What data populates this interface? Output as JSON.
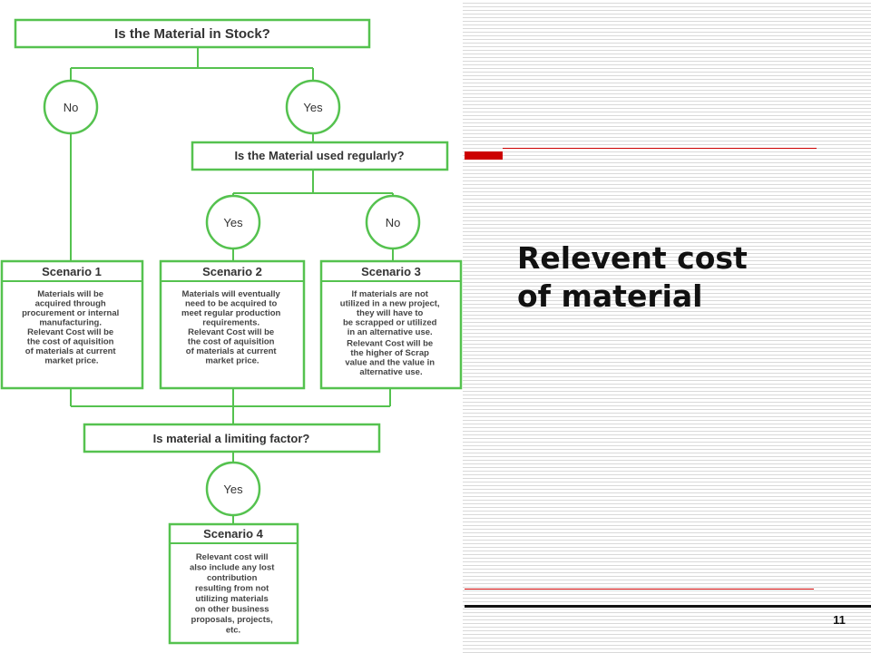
{
  "slide": {
    "title": "Relevent cost of material",
    "title_line1": "Relevent cost",
    "title_line2": "of material",
    "page_number": "11"
  },
  "colors": {
    "flow_green": "#55c24f",
    "accent_red": "#cc0000",
    "text_dark": "#333333"
  },
  "flowchart": {
    "q1": "Is the Material in Stock?",
    "q1_no": "No",
    "q1_yes": "Yes",
    "q2": "Is the Material used regularly?",
    "q2_yes": "Yes",
    "q2_no": "No",
    "scenario1": {
      "title": "Scenario 1",
      "lines": [
        "Materials will be",
        "acquired through",
        "procurement or internal",
        "manufacturing.",
        "",
        "Relevant Cost will be",
        "the  cost of aquisition",
        "of materials at current",
        "market price."
      ]
    },
    "scenario2": {
      "title": "Scenario 2",
      "lines": [
        "Materials will eventually",
        "need to be acquired to",
        "meet regular production",
        "requirements.",
        "",
        "Relevant Cost will be",
        "the cost of aquisition",
        "of materials at current",
        "market price."
      ]
    },
    "scenario3": {
      "title": "Scenario 3",
      "lines": [
        "If materials are not",
        "utilized in a new project,",
        "they will have to",
        "be scrapped or utilized",
        "in an alternative use.",
        "Relevant Cost will be",
        "the higher of Scrap",
        "value and the value in",
        "alternative use."
      ]
    },
    "q3": "Is material a limiting factor?",
    "q3_yes": "Yes",
    "scenario4": {
      "title": "Scenario 4",
      "lines": [
        "Relevant cost will",
        "also include any lost",
        "contribution",
        "resulting from not",
        "utilizing materials",
        "on other business",
        "proposals, projects,",
        "etc."
      ]
    }
  }
}
